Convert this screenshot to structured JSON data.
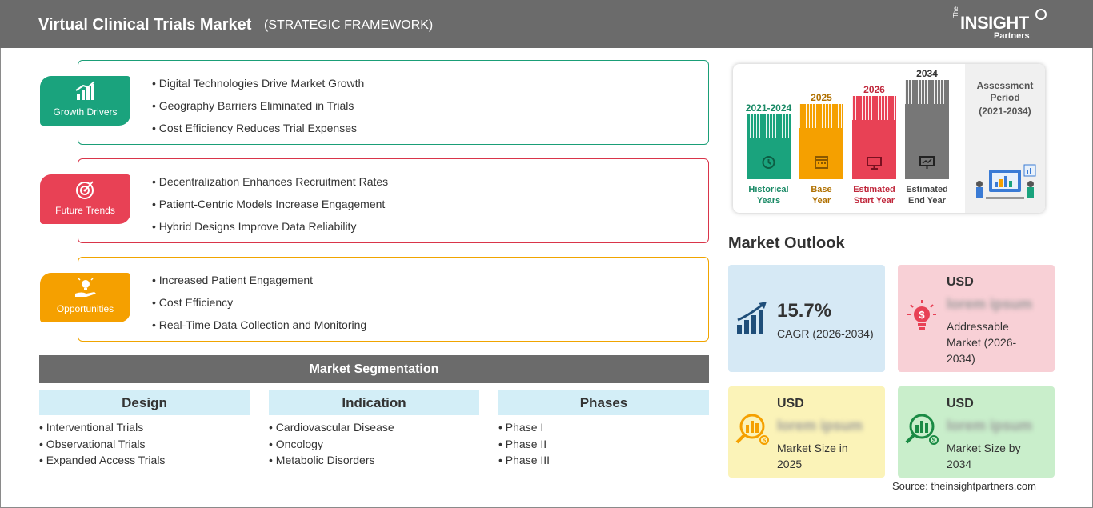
{
  "header": {
    "title": "Virtual Clinical Trials Market",
    "subtitle": "(STRATEGIC FRAMEWORK)",
    "logo": {
      "the": "The",
      "insight": "INSIGHT",
      "partners": "Partners"
    }
  },
  "framework": {
    "growth_drivers": {
      "label": "Growth Drivers",
      "icon": "bar-chart-up-icon",
      "color": "#1aa37d",
      "items": [
        "Digital Technologies Drive Market Growth",
        "Geography Barriers Eliminated in Trials",
        "Cost Efficiency Reduces Trial Expenses"
      ]
    },
    "future_trends": {
      "label": "Future Trends",
      "icon": "target-icon",
      "color": "#e84155",
      "items": [
        "Decentralization Enhances Recruitment Rates",
        "Patient-Centric Models Increase Engagement",
        "Hybrid Designs Improve Data Reliability"
      ]
    },
    "opportunities": {
      "label": "Opportunities",
      "icon": "hand-bulb-icon",
      "color": "#f5a000",
      "items": [
        "Increased Patient Engagement",
        "Cost Efficiency",
        "Real-Time Data Collection and Monitoring"
      ]
    }
  },
  "segmentation": {
    "title": "Market Segmentation",
    "columns": [
      {
        "header": "Design",
        "items": [
          "Interventional Trials",
          "Observational Trials",
          "Expanded Access Trials"
        ]
      },
      {
        "header": "Indication",
        "items": [
          "Cardiovascular Disease",
          "Oncology",
          "Metabolic Disorders"
        ]
      },
      {
        "header": "Phases",
        "items": [
          "Phase I",
          "Phase II",
          "Phase III"
        ]
      }
    ]
  },
  "assessment": {
    "title": "Assessment Period",
    "period": "(2021-2034)",
    "bars": [
      {
        "year": "2021-2024",
        "label1": "Historical",
        "label2": "Years",
        "color": "#1aa37d",
        "year_color": "#1a8a66"
      },
      {
        "year": "2025",
        "label1": "Base",
        "label2": "Year",
        "color": "#f5a000",
        "year_color": "#b07000"
      },
      {
        "year": "2026",
        "label1": "Estimated",
        "label2": "Start Year",
        "color": "#e84155",
        "year_color": "#c0283c"
      },
      {
        "year": "2034",
        "label1": "Estimated",
        "label2": "End Year",
        "color": "#777777",
        "year_color": "#333333"
      }
    ]
  },
  "outlook": {
    "title": "Market Outlook",
    "cagr": {
      "value": "15.7%",
      "label": "CAGR (2026-2034)",
      "bg": "#d6e9f5",
      "icon": "growth-chart-icon"
    },
    "addressable": {
      "usd": "USD",
      "value": "lorem ipsum",
      "label1": "Addressable",
      "label2": "Market (2026-",
      "label3": "2034)",
      "bg": "#f8d0d6",
      "icon": "dollar-bulb-icon"
    },
    "size2025": {
      "usd": "USD",
      "value": "lorem ipsum",
      "label1": "Market Size in",
      "label2": "2025",
      "bg": "#fbf3b8",
      "icon": "money-chart-icon"
    },
    "size2034": {
      "usd": "USD",
      "value": "lorem ipsum",
      "label1": "Market Size by",
      "label2": "2034",
      "bg": "#c9eecb",
      "icon": "money-chart-icon"
    }
  },
  "source": "Source: theinsightpartners.com"
}
